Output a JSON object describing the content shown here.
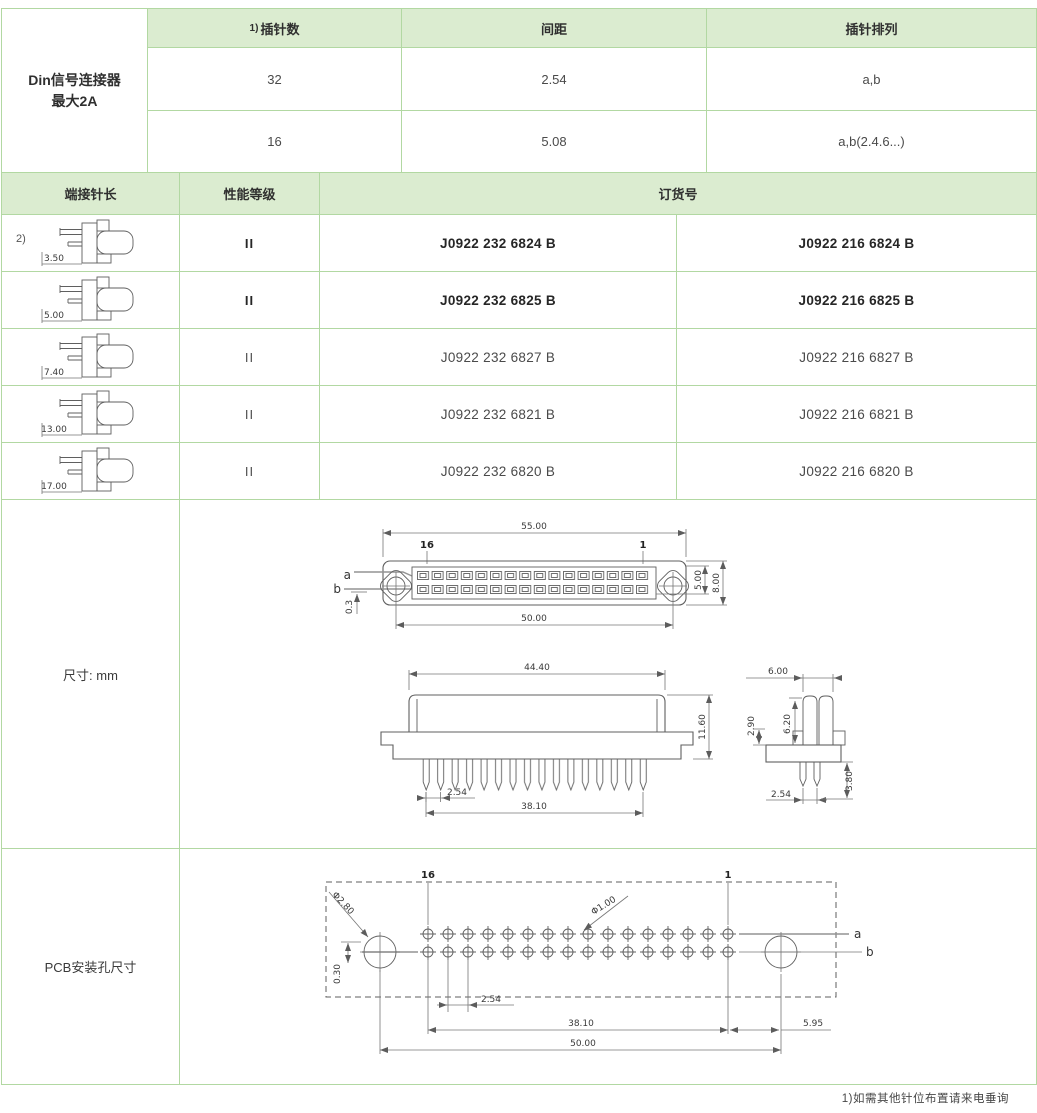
{
  "page": {
    "footnote": "1)如需其他针位布置请来电垂询"
  },
  "top_table": {
    "product_line1": "Din信号连接器",
    "product_line2": "最大2A",
    "header_note": "1)",
    "header_pins": "插针数",
    "header_pitch": "间距",
    "header_arrangement": "插针排列",
    "rows": [
      {
        "pins": "32",
        "pitch": "2.54",
        "arrangement": "a,b"
      },
      {
        "pins": "16",
        "pitch": "5.08",
        "arrangement": "a,b(2.4.6...)"
      }
    ]
  },
  "order_table": {
    "header_pin_length": "端接针长",
    "header_grade": "性能等级",
    "header_order": "订货号",
    "rows": [
      {
        "note": "2)",
        "length": "3.50",
        "grade": "II",
        "order_32": "J0922 232 6824 B",
        "order_16": "J0922 216 6824 B"
      },
      {
        "note": "",
        "length": "5.00",
        "grade": "II",
        "order_32": "J0922 232 6825 B",
        "order_16": "J0922 216 6825 B"
      },
      {
        "note": "",
        "length": "7.40",
        "grade": "II",
        "order_32": "J0922 232 6827 B",
        "order_16": "J0922 216 6827 B"
      },
      {
        "note": "",
        "length": "13.00",
        "grade": "II",
        "order_32": "J0922 232 6821 B",
        "order_16": "J0922 216 6821 B"
      },
      {
        "note": "",
        "length": "17.00",
        "grade": "II",
        "order_32": "J0922 232 6820 B",
        "order_16": "J0922 216 6820 B"
      }
    ]
  },
  "dim_section": {
    "label": "尺寸: mm",
    "front": {
      "w55": "55.00",
      "pin16": "16",
      "pin1": "1",
      "a": "a",
      "b": "b",
      "h5": "5.00",
      "h8": "8.00",
      "o03": "0.3",
      "w50": "50.00"
    },
    "side": {
      "w444": "44.40",
      "h116": "11.60",
      "p254": "2.54",
      "w381": "38.10"
    },
    "end": {
      "w6": "6.00",
      "h62": "6.20",
      "h29": "2.90",
      "p254": "2.54",
      "h38": "3.80"
    }
  },
  "pcb_section": {
    "label": "PCB安装孔尺寸",
    "pin16": "16",
    "pin1": "1",
    "a": "a",
    "b": "b",
    "d28": "Φ2.80",
    "d10": "Φ1.00",
    "o030": "0.30",
    "p254": "2.54",
    "w381": "38.10",
    "w50": "50.00",
    "e595": "5.95"
  },
  "colors": {
    "header_bg": "#dbecd0",
    "border": "#b2d8a2",
    "text": "#3d3d3d"
  }
}
